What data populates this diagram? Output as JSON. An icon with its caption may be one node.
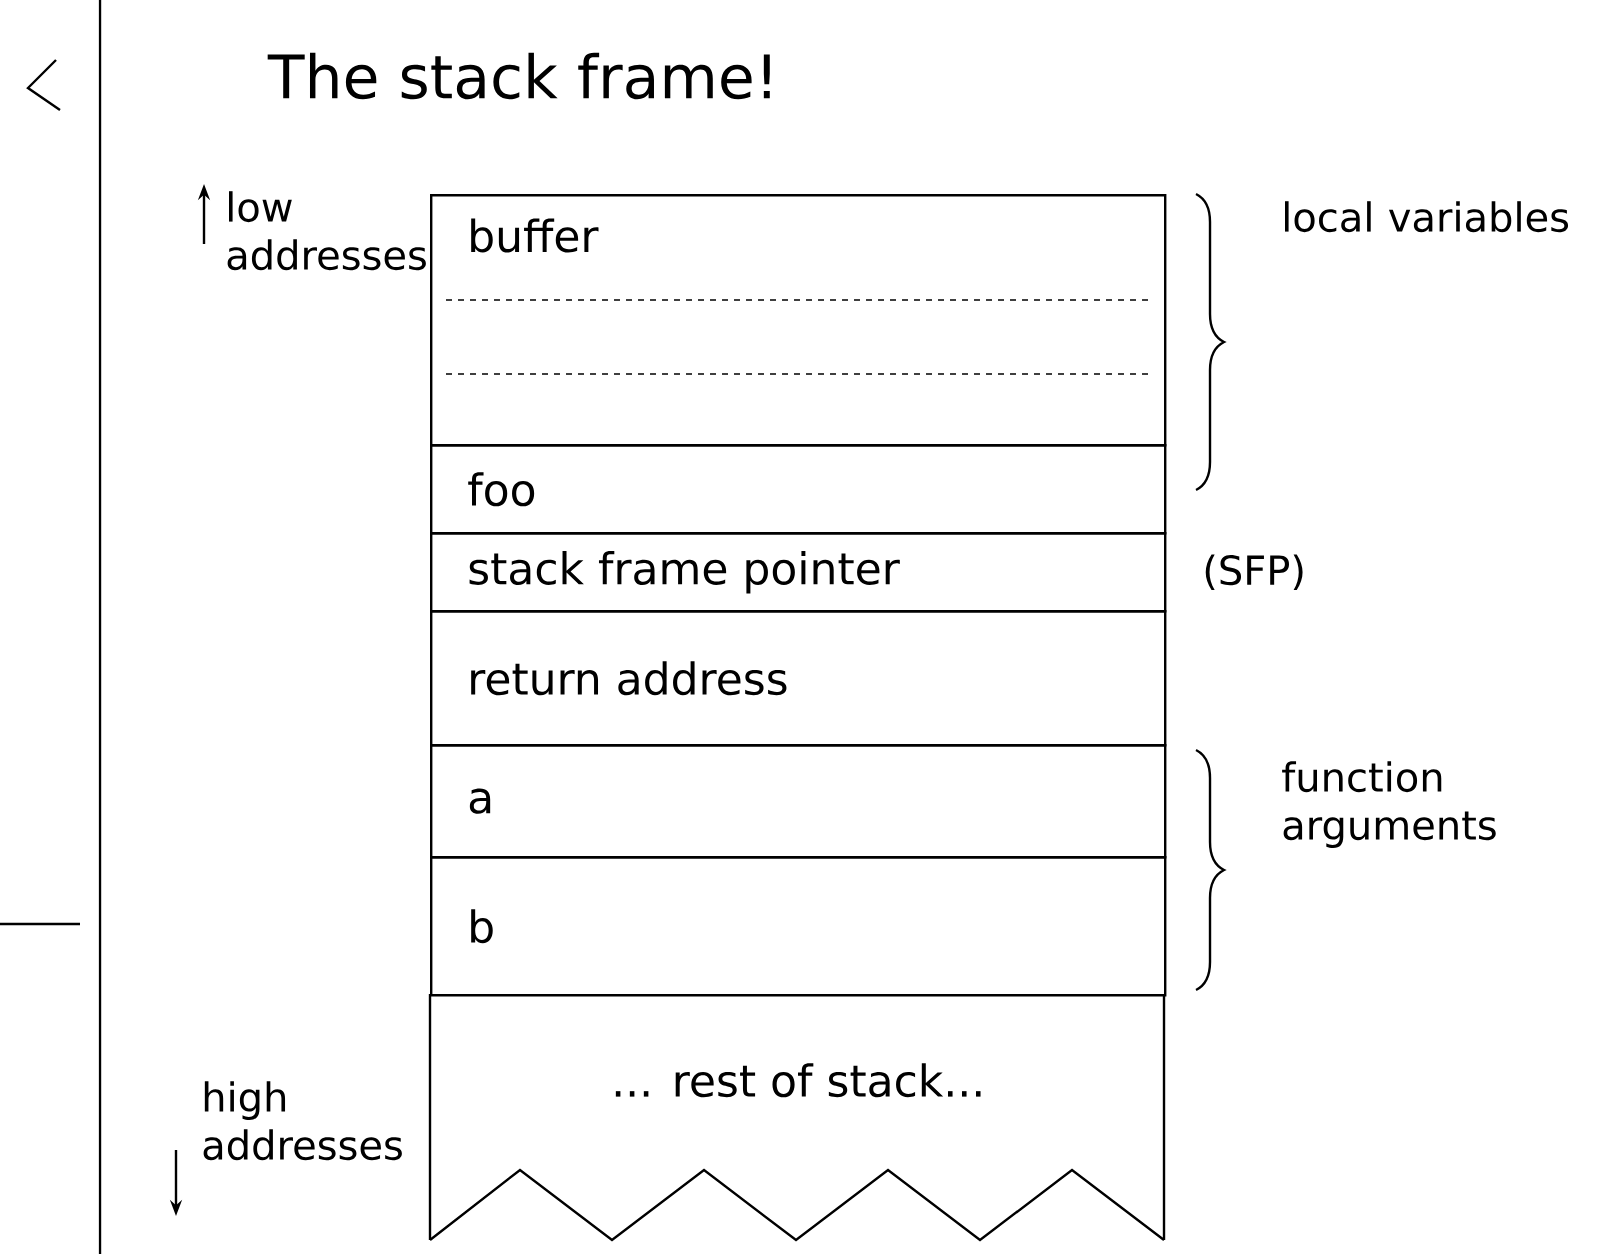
{
  "diagram": {
    "title": "The stack frame!",
    "nodes": [
      {
        "text": [
          "buffer"
        ]
      },
      {
        "text": [
          "foo"
        ]
      },
      {
        "text": [
          "stack frame pointer"
        ],
        "beside": [
          "(SFP)"
        ]
      },
      {
        "text": [
          "return address"
        ]
      },
      {
        "text": [
          "a"
        ]
      },
      {
        "text": [
          "b"
        ]
      },
      {
        "text": [
          "... rest of stack..."
        ]
      }
    ],
    "labels": [
      "low addresses",
      "high addresses",
      "local variables",
      "function arguments"
    ]
  }
}
